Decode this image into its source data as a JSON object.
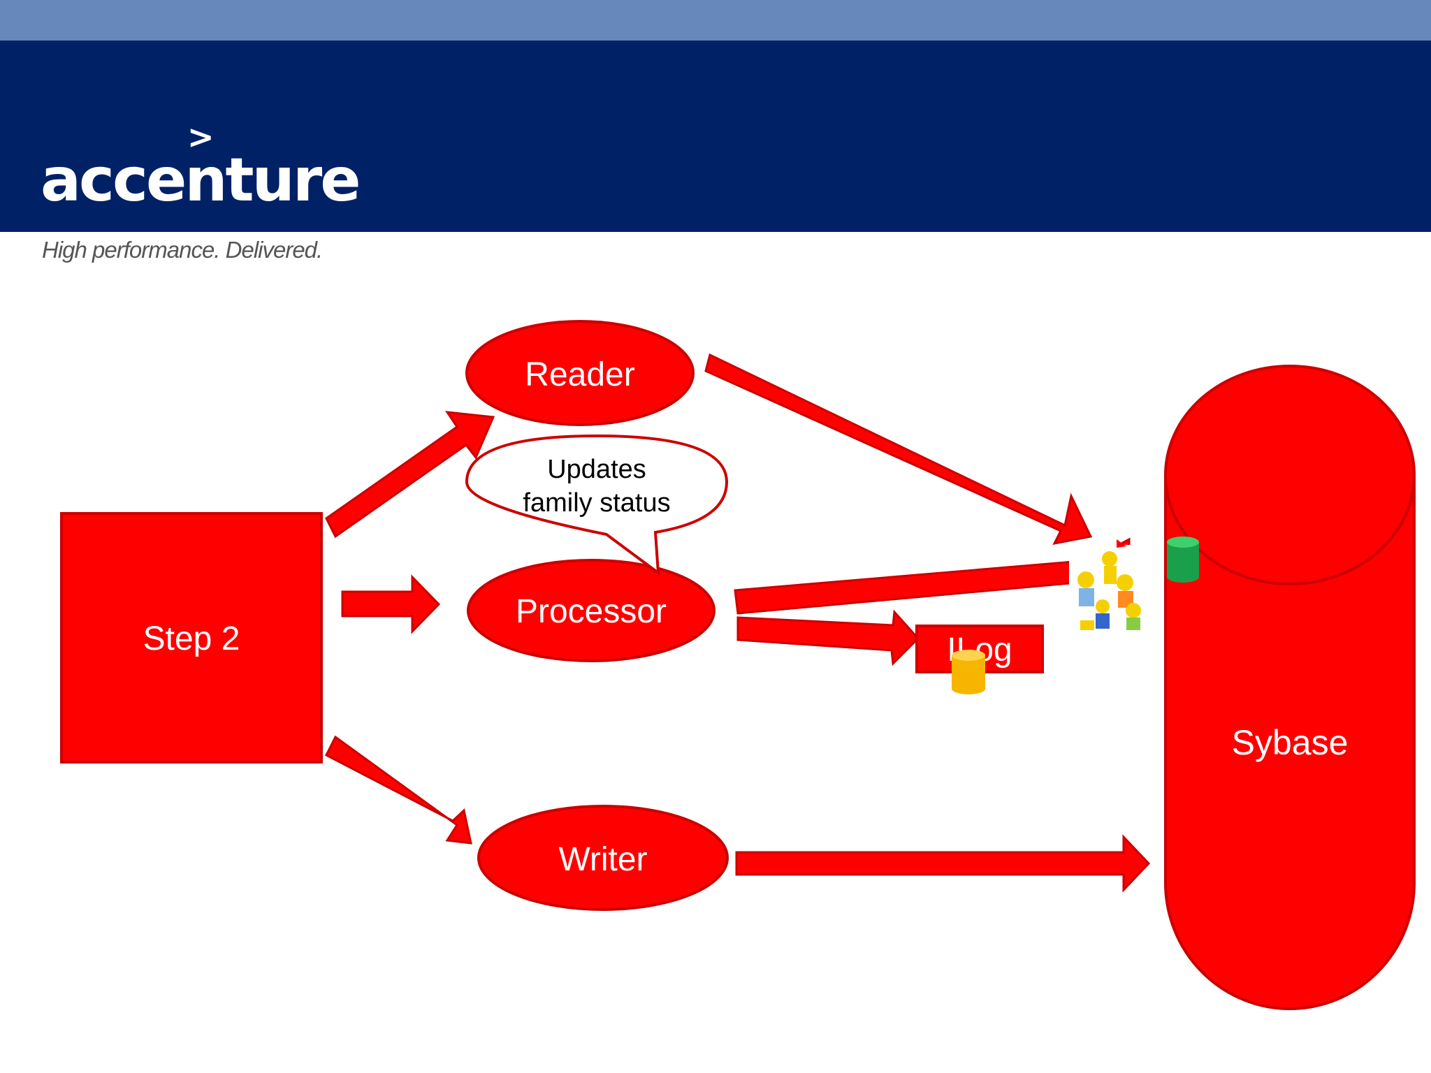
{
  "brand": {
    "logo_word": "accenture",
    "logo_mark": ">",
    "tagline": "High performance. Delivered."
  },
  "colors": {
    "header_strip": "#6688bb",
    "header_band": "#012166",
    "shape_fill": "#ff0000",
    "shape_stroke": "#cc0000"
  },
  "diagram": {
    "step_box": "Step 2",
    "reader": "Reader",
    "processor": "Processor",
    "writer": "Writer",
    "callout": [
      "Updates",
      "family status"
    ],
    "log_box": "ILog",
    "database": "Sybase"
  },
  "icons": [
    "green-cylinder-icon",
    "yellow-cylinder-icon",
    "cartoon-family-icon"
  ]
}
